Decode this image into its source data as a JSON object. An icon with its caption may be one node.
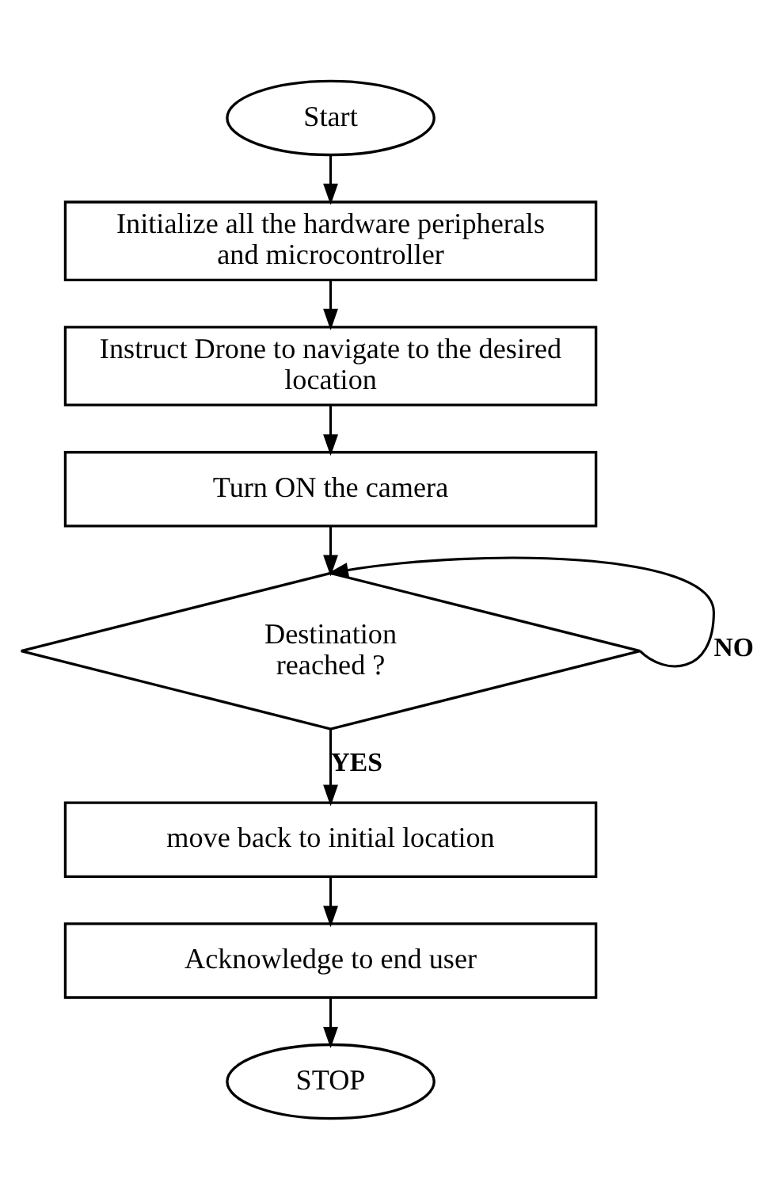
{
  "diagram": {
    "nodes": [
      {
        "text": [
          "Start"
        ]
      },
      {
        "text": [
          "Initialize all the hardware peripherals and microcontroller"
        ]
      },
      {
        "text": [
          "Instruct Drone to navigate to the desired location"
        ]
      },
      {
        "text": [
          "Turn ON the camera"
        ]
      },
      {
        "text": [
          "Destination reached ?"
        ]
      },
      {
        "text": [
          "move back to initial location"
        ]
      },
      {
        "text": [
          "Acknowledge to end user"
        ]
      },
      {
        "text": [
          "STOP"
        ]
      }
    ],
    "edges": [
      {
        "from": 0,
        "to": 1,
        "arrow": "to"
      },
      {
        "from": 1,
        "to": 2,
        "arrow": "to"
      },
      {
        "from": 2,
        "to": 3,
        "arrow": "to"
      },
      {
        "from": 3,
        "to": 4,
        "arrow": "to"
      },
      {
        "from": 4,
        "to": 4,
        "arrow": "to",
        "label": "NO"
      },
      {
        "from": 4,
        "to": 5,
        "arrow": "to",
        "label": "YES"
      },
      {
        "from": 5,
        "to": 6,
        "arrow": "to"
      },
      {
        "from": 6,
        "to": 7,
        "arrow": "to"
      }
    ]
  }
}
